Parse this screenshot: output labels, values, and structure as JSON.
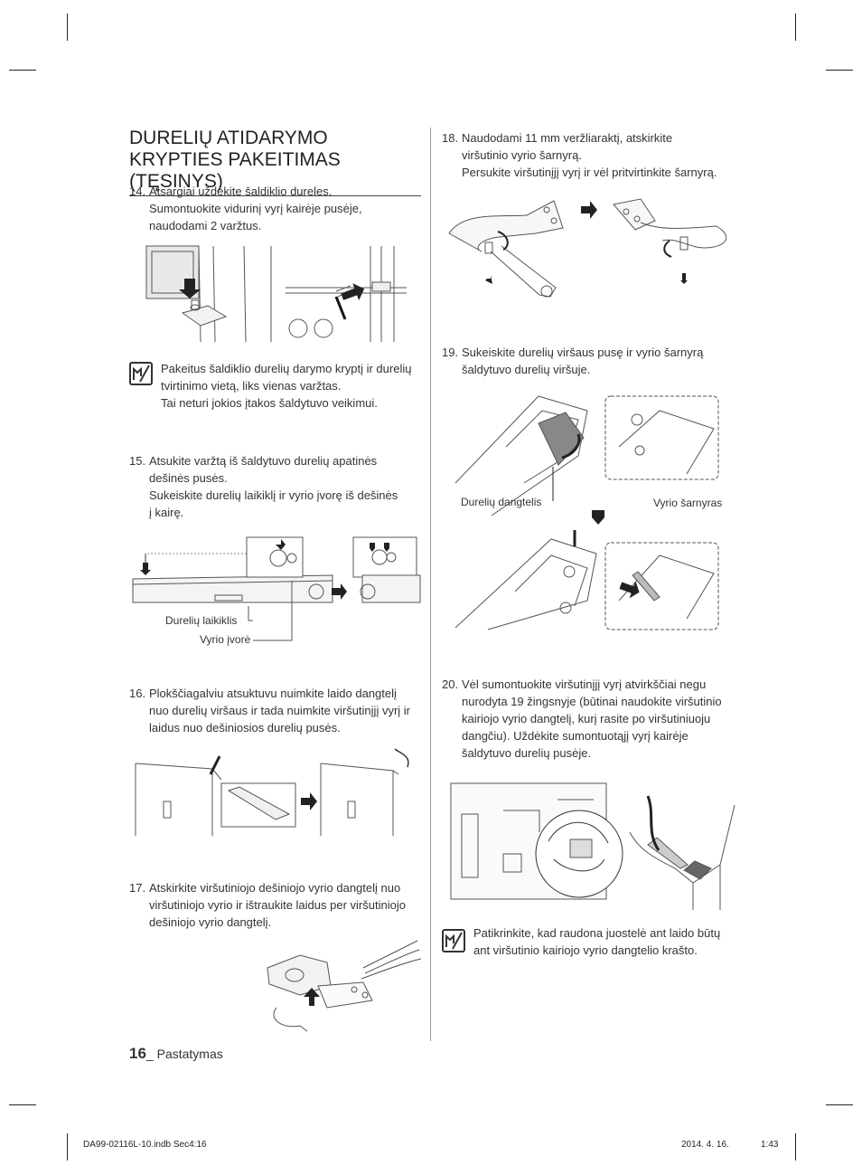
{
  "section_title": "DURELIŲ ATIDARYMO KRYPTIES PAKEITIMAS (TĘSINYS)",
  "steps": {
    "s14": {
      "num": "14.",
      "lines": [
        "Atsargiai uždėkite šaldiklio dureles.",
        "Sumontuokite vidurinį vyrį kairėje pusėje,",
        "naudodami 2 varžtus."
      ]
    },
    "s15": {
      "num": "15.",
      "lines": [
        "Atsukite varžtą iš šaldytuvo durelių apatinės",
        "dešinės pusės.",
        "Sukeiskite durelių laikiklį ir vyrio įvorę iš dešinės",
        "į kairę."
      ]
    },
    "s16": {
      "num": "16.",
      "lines": [
        "Plokščiagalviu atsuktuvu nuimkite laido dangtelį",
        "nuo durelių viršaus ir tada nuimkite viršutinįjį vyrį ir",
        "laidus nuo dešiniosios durelių pusės."
      ]
    },
    "s17": {
      "num": "17.",
      "lines": [
        "Atskirkite viršutiniojo dešiniojo vyrio dangtelį nuo",
        "viršutiniojo vyrio ir ištraukite laidus per viršutiniojo",
        "dešiniojo vyrio dangtelį."
      ]
    },
    "s18": {
      "num": "18.",
      "lines": [
        "Naudodami 11 mm veržliaraktį, atskirkite",
        "viršutinio vyrio šarnyrą.",
        "Persukite viršutinįjį vyrį ir vėl pritvirtinkite šarnyrą."
      ]
    },
    "s19": {
      "num": "19.",
      "lines": [
        "Sukeiskite durelių viršaus pusę ir vyrio šarnyrą",
        "šaldytuvo durelių viršuje."
      ]
    },
    "s20": {
      "num": "20.",
      "lines": [
        "Vėl sumontuokite viršutinįjį vyrį atvirkščiai negu",
        "nurodyta 19 žingsnyje (būtinai naudokite viršutinio",
        "kairiojo vyrio dangtelį, kurį rasite po viršutiniuoju",
        "dangčiu). Uždėkite sumontuotąjį vyrį kairėje",
        "šaldytuvo durelių pusėje."
      ]
    }
  },
  "notes": {
    "n1": [
      "Pakeitus šaldiklio durelių darymo kryptį ir durelių",
      "tvirtinimo vietą, liks vienas varžtas.",
      "Tai neturi jokios įtakos šaldytuvo veikimui."
    ],
    "n2": [
      "Patikrinkite, kad raudona juostelė ant laido būtų",
      "ant viršutinio kairiojo vyrio dangtelio krašto."
    ]
  },
  "labels": {
    "door_holder": "Durelių laikiklis",
    "hinge_bushing": "Vyrio įvorė",
    "door_cover": "Durelių dangtelis",
    "hinge_pin": "Vyrio šarnyras"
  },
  "footer": {
    "page_number": "16",
    "separator": "_ ",
    "section": "Pastatymas"
  },
  "slug": {
    "file": "DA99-02116L-10.indb   Sec4:16",
    "date": "2014. 4. 16.",
    "time": "1:43"
  }
}
